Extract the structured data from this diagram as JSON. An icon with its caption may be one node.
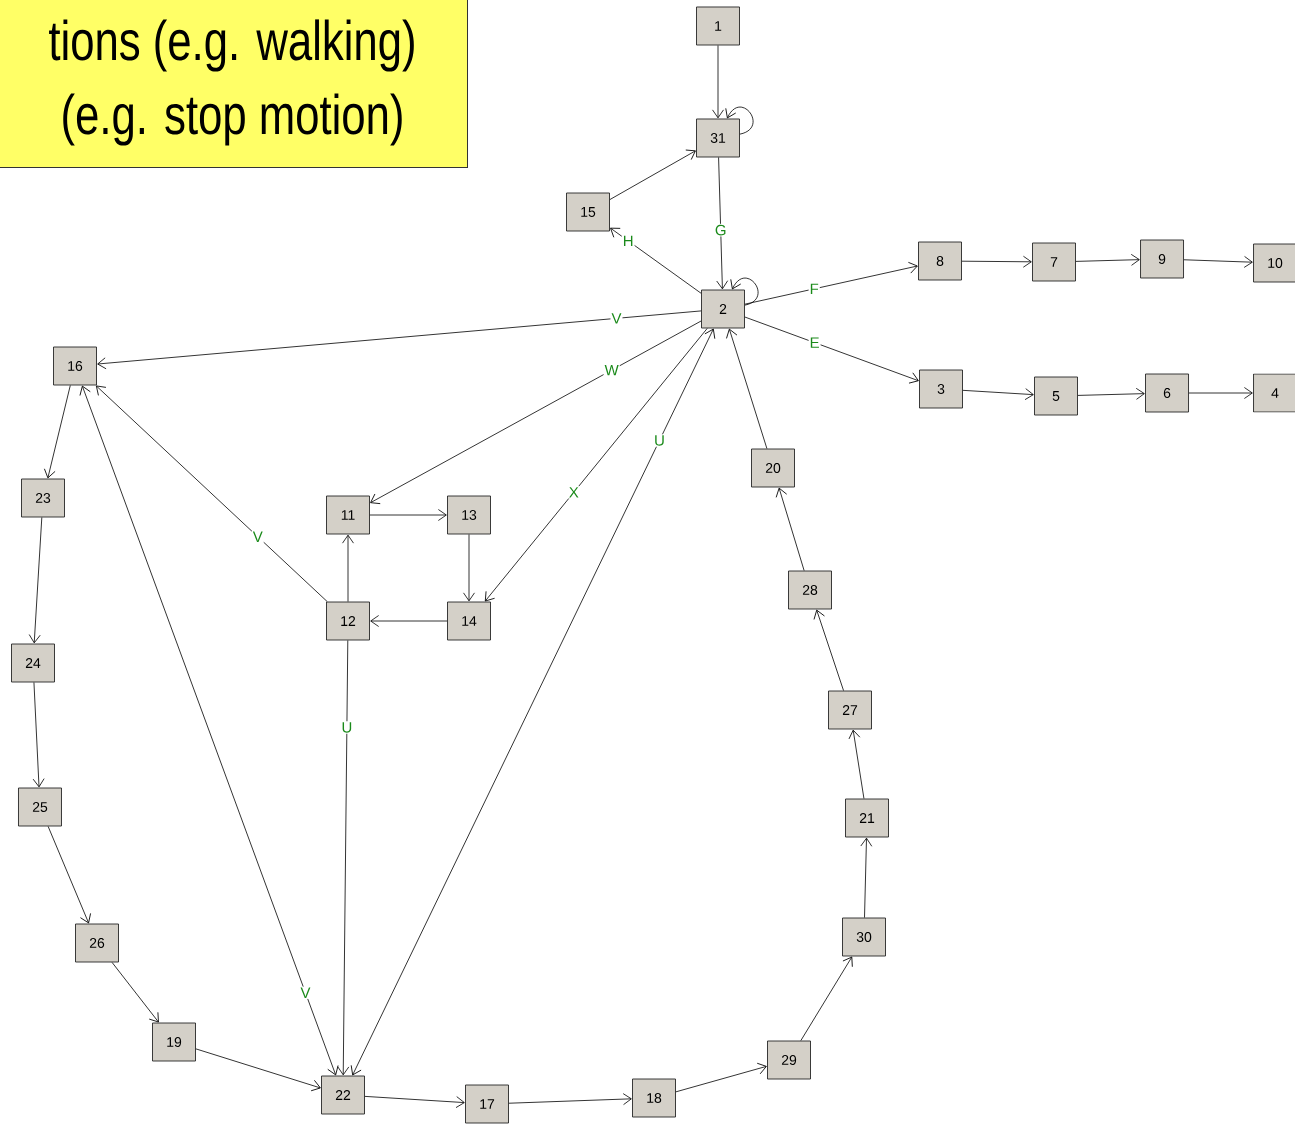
{
  "diagram": {
    "nodes": [
      {
        "text": [
          "tions (e.g. walking)",
          "(e.g. stop motion)"
        ]
      },
      {
        "text": [
          "1"
        ]
      },
      {
        "text": [
          "2"
        ]
      },
      {
        "text": [
          "3"
        ]
      },
      {
        "text": [
          "4"
        ]
      },
      {
        "text": [
          "5"
        ]
      },
      {
        "text": [
          "6"
        ]
      },
      {
        "text": [
          "7"
        ]
      },
      {
        "text": [
          "8"
        ]
      },
      {
        "text": [
          "9"
        ]
      },
      {
        "text": [
          "10"
        ]
      },
      {
        "text": [
          "11"
        ]
      },
      {
        "text": [
          "12"
        ]
      },
      {
        "text": [
          "13"
        ]
      },
      {
        "text": [
          "14"
        ]
      },
      {
        "text": [
          "15"
        ]
      },
      {
        "text": [
          "16"
        ]
      },
      {
        "text": [
          "17"
        ]
      },
      {
        "text": [
          "18"
        ]
      },
      {
        "text": [
          "19"
        ]
      },
      {
        "text": [
          "20"
        ]
      },
      {
        "text": [
          "21"
        ]
      },
      {
        "text": [
          "22"
        ]
      },
      {
        "text": [
          "23"
        ]
      },
      {
        "text": [
          "24"
        ]
      },
      {
        "text": [
          "25"
        ]
      },
      {
        "text": [
          "26"
        ]
      },
      {
        "text": [
          "27"
        ]
      },
      {
        "text": [
          "28"
        ]
      },
      {
        "text": [
          "29"
        ]
      },
      {
        "text": [
          "30"
        ]
      },
      {
        "text": [
          "31"
        ]
      }
    ],
    "edges": [
      {
        "from": 1,
        "to": 31,
        "arrow": "to"
      },
      {
        "from": 31,
        "to": 31,
        "arrow": "to"
      },
      {
        "from": 15,
        "to": 31,
        "arrow": "to"
      },
      {
        "from": 31,
        "to": 2,
        "arrow": "to",
        "label": "G"
      },
      {
        "from": 2,
        "to": 2,
        "arrow": "to"
      },
      {
        "from": 2,
        "to": 15,
        "arrow": "to",
        "label": "H"
      },
      {
        "from": 2,
        "to": 16,
        "arrow": "to",
        "label": "V"
      },
      {
        "from": 2,
        "to": 11,
        "arrow": "to",
        "label": "W"
      },
      {
        "from": 2,
        "to": 14,
        "arrow": "to",
        "label": "X"
      },
      {
        "from": 22,
        "to": 2,
        "arrow": "both",
        "label": "U"
      },
      {
        "from": 20,
        "to": 2,
        "arrow": "to"
      },
      {
        "from": 2,
        "to": 8,
        "arrow": "to",
        "label": "F"
      },
      {
        "from": 8,
        "to": 7,
        "arrow": "to"
      },
      {
        "from": 7,
        "to": 9,
        "arrow": "to"
      },
      {
        "from": 9,
        "to": 10,
        "arrow": "to"
      },
      {
        "from": 2,
        "to": 3,
        "arrow": "to",
        "label": "E"
      },
      {
        "from": 3,
        "to": 5,
        "arrow": "to"
      },
      {
        "from": 5,
        "to": 6,
        "arrow": "to"
      },
      {
        "from": 6,
        "to": 4,
        "arrow": "to"
      },
      {
        "from": 11,
        "to": 13,
        "arrow": "to"
      },
      {
        "from": 13,
        "to": 14,
        "arrow": "to"
      },
      {
        "from": 14,
        "to": 12,
        "arrow": "to"
      },
      {
        "from": 12,
        "to": 11,
        "arrow": "to"
      },
      {
        "from": 12,
        "to": 16,
        "arrow": "to",
        "label": "V"
      },
      {
        "from": 12,
        "to": 22,
        "arrow": "to",
        "label": "U"
      },
      {
        "from": 16,
        "to": 22,
        "arrow": "both",
        "label": "V"
      },
      {
        "from": 16,
        "to": 23,
        "arrow": "to"
      },
      {
        "from": 23,
        "to": 24,
        "arrow": "to"
      },
      {
        "from": 24,
        "to": 25,
        "arrow": "to"
      },
      {
        "from": 25,
        "to": 26,
        "arrow": "to"
      },
      {
        "from": 26,
        "to": 19,
        "arrow": "to"
      },
      {
        "from": 19,
        "to": 22,
        "arrow": "to"
      },
      {
        "from": 22,
        "to": 17,
        "arrow": "to"
      },
      {
        "from": 17,
        "to": 18,
        "arrow": "to"
      },
      {
        "from": 18,
        "to": 29,
        "arrow": "to"
      },
      {
        "from": 29,
        "to": 30,
        "arrow": "to"
      },
      {
        "from": 30,
        "to": 21,
        "arrow": "to"
      },
      {
        "from": 21,
        "to": 27,
        "arrow": "to"
      },
      {
        "from": 27,
        "to": 28,
        "arrow": "to"
      },
      {
        "from": 28,
        "to": 20,
        "arrow": "to"
      }
    ]
  }
}
